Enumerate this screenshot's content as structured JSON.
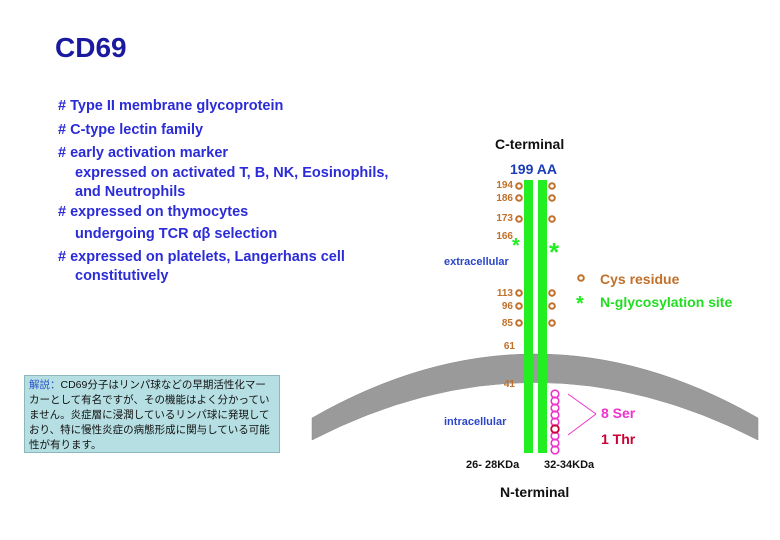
{
  "title": "CD69",
  "bullets": [
    {
      "text": "# Type II membrane glycoprotein"
    },
    {
      "text": "# C-type lectin family"
    },
    {
      "text": "# early activation marker"
    },
    {
      "text": "expressed on activated T, B, NK, Eosinophils,"
    },
    {
      "text": "and Neutrophils"
    },
    {
      "text": "# expressed on thymocytes"
    },
    {
      "text": "undergoing TCR αβ selection"
    },
    {
      "text": "# expressed on platelets, Langerhans cell"
    },
    {
      "text": "constitutively"
    }
  ],
  "note": {
    "lead": "解説：",
    "body": "CD69分子はリンパ球などの早期活性化マーカーとして有名ですが、その機能はよく分かっていません。炎症層に浸潤しているリンパ球に発現しており、特に慢性炎症の病態形成に関与している可能性が有ります。"
  },
  "diagram": {
    "c_terminal": "C-terminal",
    "aa_count": "199 AA",
    "extracellular": "extracellular",
    "intracellular": "intracellular",
    "n_terminal": "N-terminal",
    "mw_left": "26- 28KDa",
    "mw_right": "32-34KDa",
    "positions": [
      "194",
      "186",
      "173",
      "166",
      "113",
      "96",
      "85",
      "61",
      "41"
    ],
    "ser_label": "8 Ser",
    "thr_label": "1 Thr",
    "colors": {
      "strand": "#22ee22",
      "cys": "#c0702a",
      "glyco": "#22ee22",
      "ser": "#ee33cc",
      "thr": "#cc0033",
      "membrane": "#9a9a9a"
    }
  },
  "legend": {
    "cys": "Cys residue",
    "glyco": "N-glycosylation site"
  }
}
